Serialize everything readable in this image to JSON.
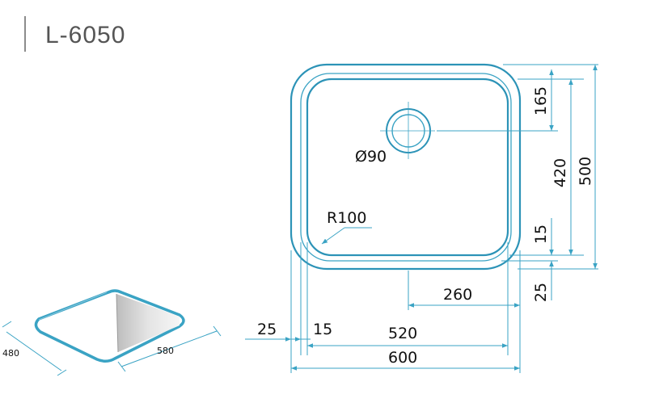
{
  "model": "L-6050",
  "colors": {
    "line": "#3aa3c4",
    "outline": "#2c93b7",
    "text": "#111111",
    "title": "#555555"
  },
  "thumbnail": {
    "depth_label": "480",
    "width_label": "580"
  },
  "dimensions": {
    "top_to_drain": "165",
    "inner_depth": "420",
    "outer_depth": "500",
    "bottom_gap": "15",
    "rim_bottom": "25",
    "drain_offset": "260",
    "rim_left": "25",
    "bowl_gap_left": "15",
    "inner_width": "520",
    "outer_width": "600",
    "drain_diameter": "Ø90",
    "corner_radius": "R100"
  }
}
